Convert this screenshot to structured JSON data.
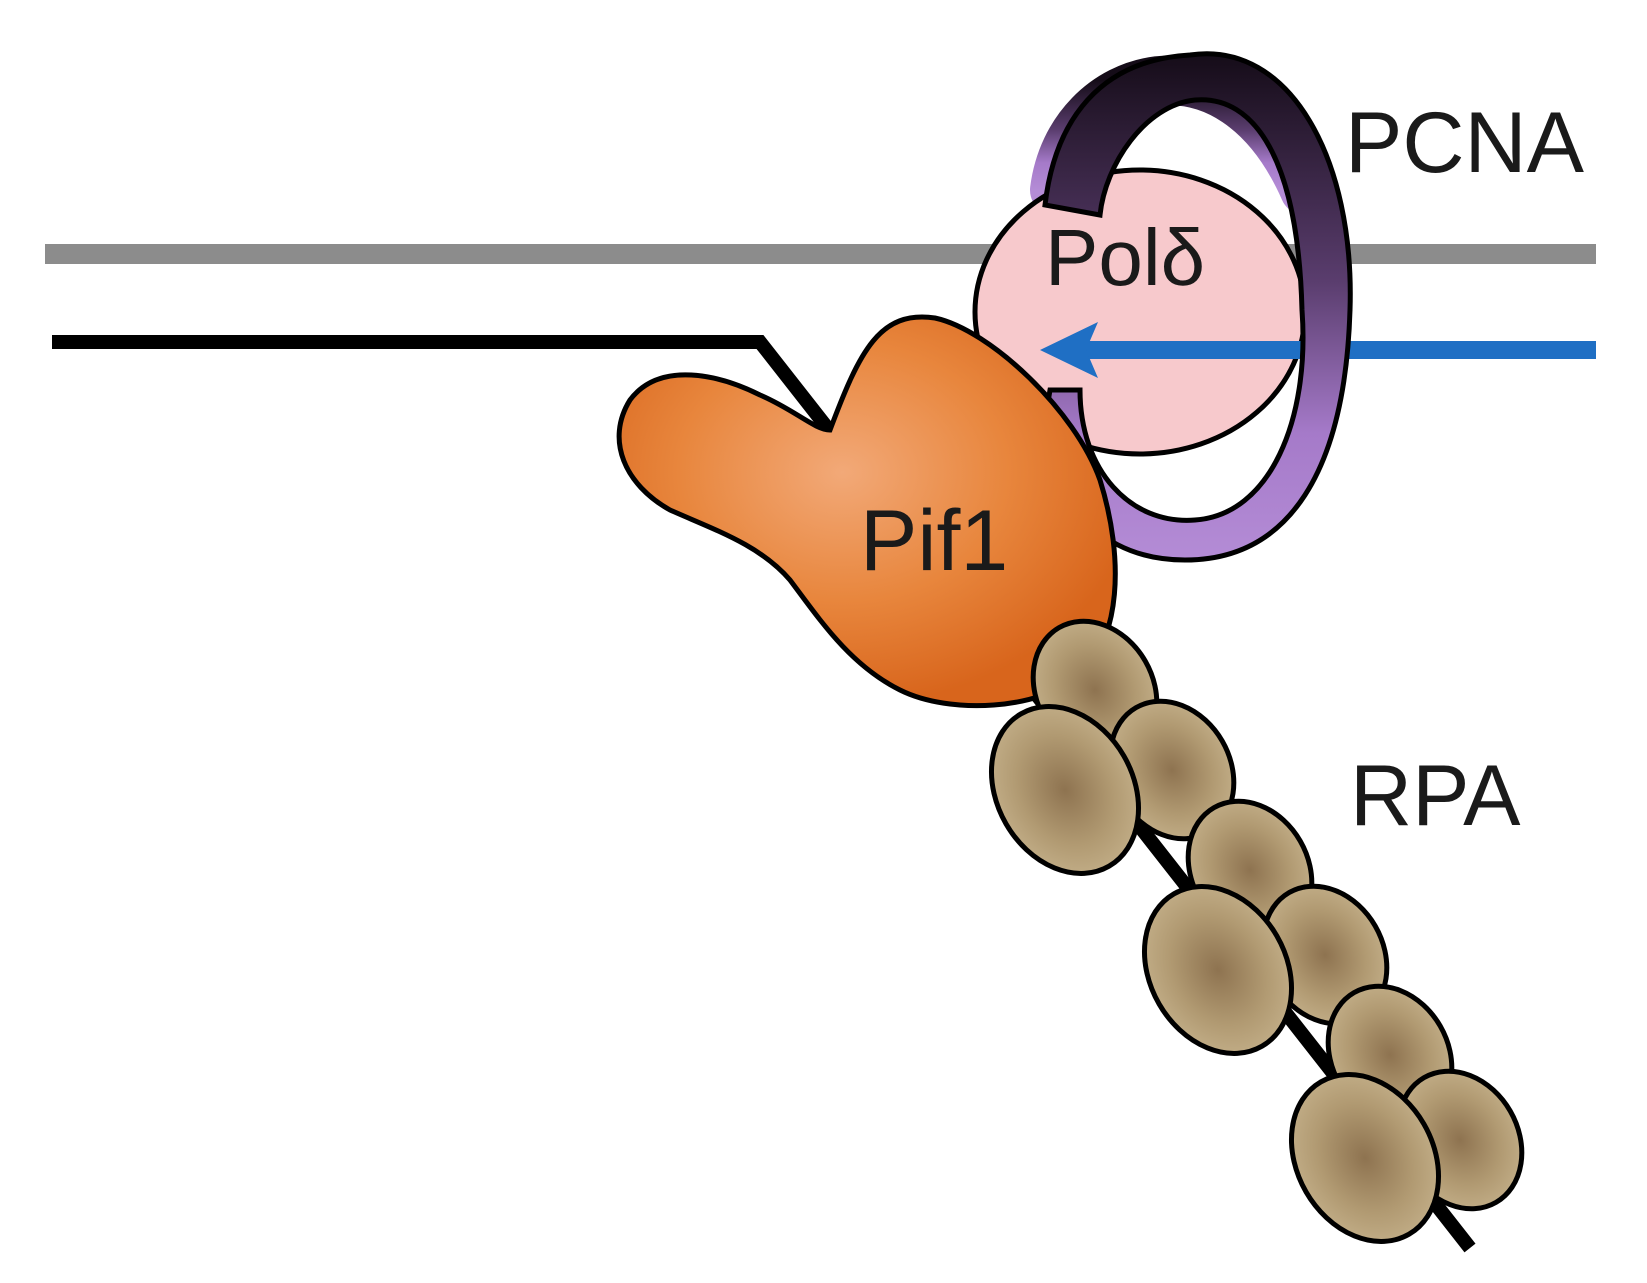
{
  "labels": {
    "pcna": "PCNA",
    "pol_delta": "Polδ",
    "pif1": "Pif1",
    "rpa": "RPA"
  },
  "colors": {
    "template_strand": "#8c8c8c",
    "displaced_strand": "#000000",
    "nascent_strand_arrow": "#1f6fc4",
    "pcna_ring_dark": "#1a1220",
    "pcna_ring_light": "#a57ac9",
    "pol_delta_fill": "#f7c9cc",
    "pif1_fill": "#e37b2f",
    "rpa_fill": "#a58c64"
  },
  "icons": {
    "arrow": "leftward-synthesis-arrow"
  }
}
